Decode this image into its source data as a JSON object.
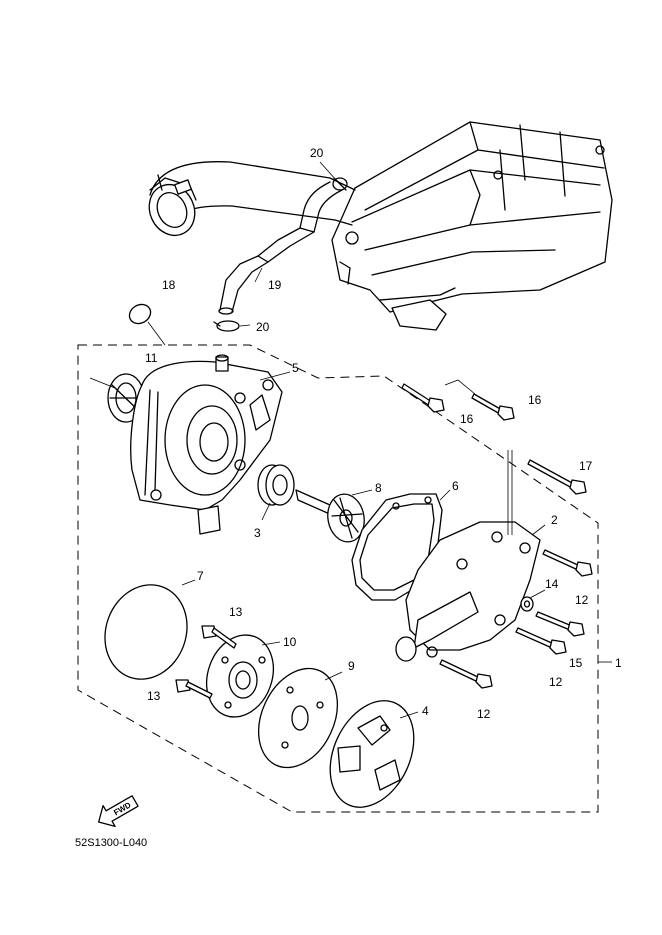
{
  "callouts": [
    {
      "id": "c1",
      "text": "1"
    },
    {
      "id": "c2",
      "text": "2"
    },
    {
      "id": "c3",
      "text": "3"
    },
    {
      "id": "c4",
      "text": "4"
    },
    {
      "id": "c5",
      "text": "5"
    },
    {
      "id": "c6",
      "text": "6"
    },
    {
      "id": "c7",
      "text": "7"
    },
    {
      "id": "c8",
      "text": "8"
    },
    {
      "id": "c9",
      "text": "9"
    },
    {
      "id": "c10",
      "text": "10"
    },
    {
      "id": "c11",
      "text": "11"
    },
    {
      "id": "c12a",
      "text": "12"
    },
    {
      "id": "c12b",
      "text": "12"
    },
    {
      "id": "c12c",
      "text": "12"
    },
    {
      "id": "c13a",
      "text": "13"
    },
    {
      "id": "c13b",
      "text": "13"
    },
    {
      "id": "c14",
      "text": "14"
    },
    {
      "id": "c15",
      "text": "15"
    },
    {
      "id": "c16a",
      "text": "16"
    },
    {
      "id": "c16b",
      "text": "16"
    },
    {
      "id": "c17",
      "text": "17"
    },
    {
      "id": "c18",
      "text": "18"
    },
    {
      "id": "c19",
      "text": "19"
    },
    {
      "id": "c20a",
      "text": "20"
    },
    {
      "id": "c20b",
      "text": "20"
    }
  ],
  "fwd_label": "FWD",
  "diagram_code": "52S1300-L040"
}
